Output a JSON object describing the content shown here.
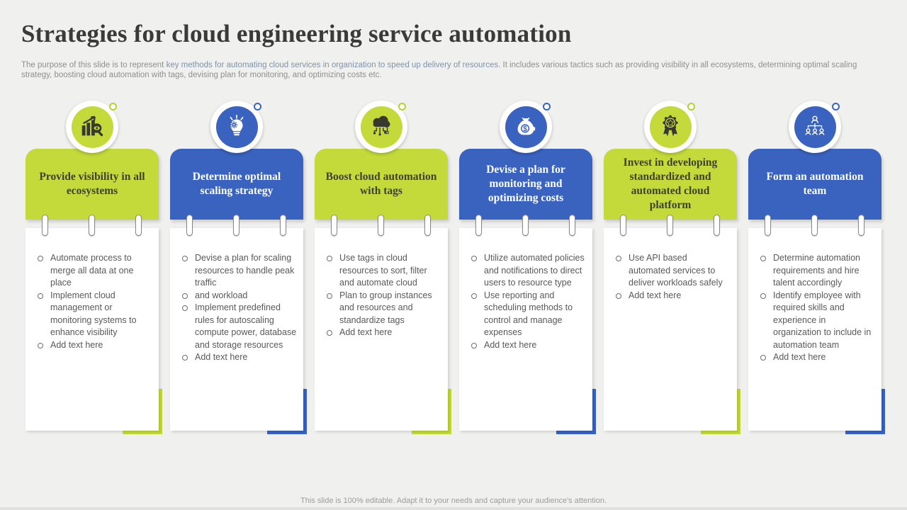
{
  "slide": {
    "title": "Strategies for cloud engineering service automation",
    "description": {
      "prefix": "The purpose of this slide is to represent ",
      "highlight": "key methods for automating cloud services in organization to speed up delivery of resources",
      "suffix": ". It includes various tactics such as providing visibility in all ecosystems, determining optimal scaling strategy, boosting cloud automation with tags, devising plan for monitoring, and optimizing costs etc."
    },
    "footer": "This slide is 100% editable. Adapt it to your needs and capture your audience's attention."
  },
  "theme": {
    "green": "#c3da3a",
    "blue": "#3a63c0",
    "header_text_dark": "#3e4036",
    "header_text_light": "#ffffff",
    "body_text": "#595959",
    "background": "#f0f0ee"
  },
  "columns": [
    {
      "title": "Provide visibility in all ecosystems",
      "color": "green",
      "icon": "bar-chart-magnifier-icon",
      "bullets": [
        "Automate process to merge all data at one place",
        "Implement cloud management or monitoring systems to enhance visibility",
        "Add text here"
      ]
    },
    {
      "title": "Determine optimal scaling strategy",
      "color": "blue",
      "icon": "lightbulb-gear-icon",
      "bullets": [
        "Devise a plan for scaling resources to handle peak traffic",
        "and workload",
        "Implement predefined rules for autoscaling compute power, database and storage resources",
        "Add text here"
      ]
    },
    {
      "title": "Boost cloud automation with tags",
      "color": "green",
      "icon": "cloud-network-icon",
      "bullets": [
        "Use tags in cloud resources to sort, filter and automate cloud",
        "Plan to group instances and resources and standardize tags",
        "Add text here"
      ]
    },
    {
      "title": "Devise a plan for monitoring and optimizing costs",
      "color": "blue",
      "icon": "money-bag-icon",
      "bullets": [
        "Utilize automated policies and notifications to direct users to resource type",
        "Use reporting and scheduling methods to control and manage expenses",
        "Add text here"
      ]
    },
    {
      "title": "Invest in developing standardized and automated cloud platform",
      "color": "green",
      "icon": "award-ribbon-icon",
      "bullets": [
        "Use API based automated services to deliver workloads safely",
        "Add text here"
      ]
    },
    {
      "title": "Form an automation team",
      "color": "blue",
      "icon": "org-chart-icon",
      "bullets": [
        "Determine automation requirements and hire talent accordingly",
        "Identify employee with required skills and experience in organization to include in automation team",
        "Add text here"
      ]
    }
  ]
}
